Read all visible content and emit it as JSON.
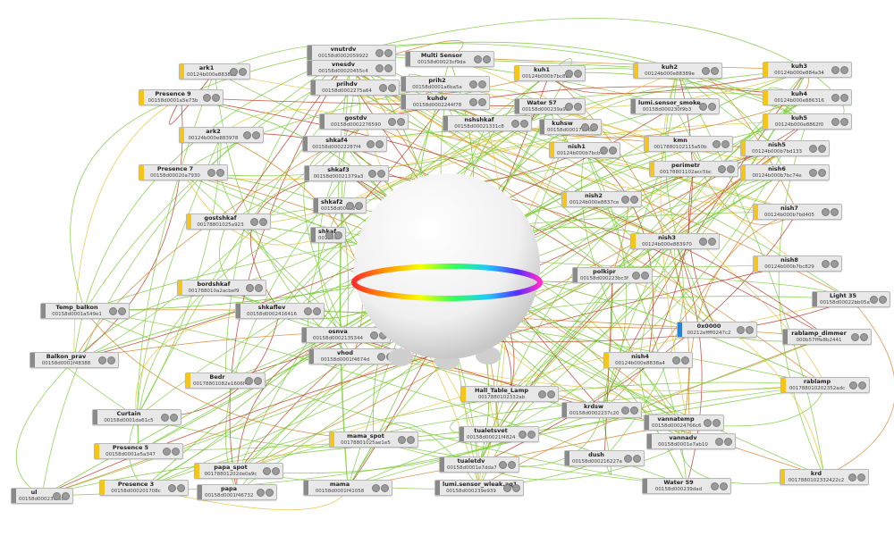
{
  "colors": {
    "edge_green": "#7ccc3c",
    "edge_yellow": "#e8c23a",
    "edge_orange": "#d9822b",
    "edge_red": "#c0392b",
    "bar_yellow": "#f5c518",
    "bar_gray": "#8a8a8a",
    "bar_blue": "#2f7fd8"
  },
  "coordinator": {
    "icon": "zigbee-coordinator-sphere"
  },
  "nodes": [
    {
      "name": "vnutrdv",
      "addr": "00158d0002059922",
      "bar": "gray"
    },
    {
      "name": "vnesdv",
      "addr": "00158d00020455c4",
      "bar": "gray"
    },
    {
      "name": "Multi Sensor",
      "addr": "00158d00023cf9da",
      "bar": "gray"
    },
    {
      "name": "prihdv",
      "addr": "00158d0002275a64",
      "bar": "gray"
    },
    {
      "name": "prih2",
      "addr": "00158d0001a6ba5a",
      "bar": "gray"
    },
    {
      "name": "kuhdv",
      "addr": "00158d0002244f78",
      "bar": "gray"
    },
    {
      "name": "kuh1",
      "addr": "00124b000b7bc8b6",
      "bar": "yellow"
    },
    {
      "name": "kuh2",
      "addr": "00124b000e88389e",
      "bar": "yellow"
    },
    {
      "name": "kuh3",
      "addr": "00124b000e884a34",
      "bar": "yellow"
    },
    {
      "name": "kuh4",
      "addr": "00124b000e886316",
      "bar": "yellow"
    },
    {
      "name": "kuh5",
      "addr": "00124b000e8862f0",
      "bar": "yellow"
    },
    {
      "name": "ark1",
      "addr": "00124b000e8838b1",
      "bar": "yellow"
    },
    {
      "name": "Presence 9",
      "addr": "00158d0001a5e73b",
      "bar": "yellow"
    },
    {
      "name": "ark2",
      "addr": "00124b000e883978",
      "bar": "yellow"
    },
    {
      "name": "Presence 7",
      "addr": "00158d00020a7930",
      "bar": "yellow"
    },
    {
      "name": "gostdv",
      "addr": "00158d0002276590",
      "bar": "gray"
    },
    {
      "name": "shkaf4",
      "addr": "00158d00022287f4",
      "bar": "gray"
    },
    {
      "name": "shkaf3",
      "addr": "00158d00021379a3",
      "bar": "gray"
    },
    {
      "name": "shkaf2",
      "addr": "00158d000024",
      "bar": "gray"
    },
    {
      "name": "shkaf",
      "addr": "00158d0",
      "bar": "gray"
    },
    {
      "name": "gostshkaf",
      "addr": "00178801025a923",
      "bar": "yellow"
    },
    {
      "name": "nshshkaf",
      "addr": "00158d00021331c8",
      "bar": "gray"
    },
    {
      "name": "Water 57",
      "addr": "00158d000239a93",
      "bar": "gray"
    },
    {
      "name": "lumi.sensor_smoke",
      "addr": "00158d000230f9b3",
      "bar": "gray"
    },
    {
      "name": "kuhsw",
      "addr": "00158d00017346b",
      "bar": "gray"
    },
    {
      "name": "nish1",
      "addr": "00124b000b7bcb4f",
      "bar": "yellow"
    },
    {
      "name": "kmn",
      "addr": "0017880102115a50b",
      "bar": "yellow"
    },
    {
      "name": "nish5",
      "addr": "00124b000b7bd133",
      "bar": "yellow"
    },
    {
      "name": "perimetr",
      "addr": "00178801102acc5bc",
      "bar": "yellow"
    },
    {
      "name": "nish6",
      "addr": "00124b000b7bc74e",
      "bar": "yellow"
    },
    {
      "name": "nish2",
      "addr": "00124b000e8837ce",
      "bar": "yellow"
    },
    {
      "name": "nish7",
      "addr": "00124b000b7bd405",
      "bar": "yellow"
    },
    {
      "name": "nish3",
      "addr": "00124b000e883970",
      "bar": "yellow"
    },
    {
      "name": "nish8",
      "addr": "00124b000b7bc829",
      "bar": "yellow"
    },
    {
      "name": "polkipr",
      "addr": "00158d000223bc3f",
      "bar": "gray"
    },
    {
      "name": "Light 35",
      "addr": "00158d00022bb05a",
      "bar": "gray"
    },
    {
      "name": "Temp_balkon",
      "addr": "00158d0001a549e1",
      "bar": "gray"
    },
    {
      "name": "bordshkaf",
      "addr": "001788010a2acbef9",
      "bar": "yellow"
    },
    {
      "name": "shkaflev",
      "addr": "00158d0002416416",
      "bar": "gray"
    },
    {
      "name": "0x0000",
      "addr": "00212effff0247c2",
      "bar": "blue"
    },
    {
      "name": "osnva",
      "addr": "00158d0002135344",
      "bar": "gray"
    },
    {
      "name": "rablamp_dimmer",
      "addr": "000b57fffe8b2441",
      "bar": "gray"
    },
    {
      "name": "Balkon_prav",
      "addr": "00158d0001f48388",
      "bar": "gray"
    },
    {
      "name": "vhod",
      "addr": "00158d0001f4674d",
      "bar": "gray"
    },
    {
      "name": "nish4",
      "addr": "00124b000e8838a4",
      "bar": "yellow"
    },
    {
      "name": "Bedr",
      "addr": "00178801082e1606f4",
      "bar": "yellow"
    },
    {
      "name": "rablamp",
      "addr": "001788010202352adc",
      "bar": "yellow"
    },
    {
      "name": "Hall_Table_Lamp",
      "addr": "0017880102332ab",
      "bar": "yellow"
    },
    {
      "name": "krdsw",
      "addr": "00158d0002237c20",
      "bar": "gray"
    },
    {
      "name": "Curtain",
      "addr": "00158d0001da61c5",
      "bar": "gray"
    },
    {
      "name": "vannatemp",
      "addr": "00158d00024766c6",
      "bar": "gray"
    },
    {
      "name": "tualetsvet",
      "addr": "00158d00021f4824",
      "bar": "gray"
    },
    {
      "name": "mama_spot",
      "addr": "00178801025ae1e5",
      "bar": "yellow"
    },
    {
      "name": "vannadv",
      "addr": "00158d0001e7ab10",
      "bar": "gray"
    },
    {
      "name": "Presence 5",
      "addr": "00158d0001e5a347",
      "bar": "yellow"
    },
    {
      "name": "dush",
      "addr": "00158d000216227a",
      "bar": "gray"
    },
    {
      "name": "tualetdv",
      "addr": "00158d0001e7dda7",
      "bar": "gray"
    },
    {
      "name": "papa_spot",
      "addr": "00178801202de0a9c",
      "bar": "yellow"
    },
    {
      "name": "Water 59",
      "addr": "00158d000239dad",
      "bar": "gray"
    },
    {
      "name": "krd",
      "addr": "0017880102332422c2",
      "bar": "yellow"
    },
    {
      "name": "Presence 3",
      "addr": "00158d000201708c",
      "bar": "yellow"
    },
    {
      "name": "lumi.sensor_wleak.aq1",
      "addr": "00158d000239e939",
      "bar": "gray"
    },
    {
      "name": "mama",
      "addr": "00158d0001f41058",
      "bar": "gray"
    },
    {
      "name": "papa",
      "addr": "00158d0001f46732",
      "bar": "gray"
    },
    {
      "name": "ul",
      "addr": "00158d00023f3687",
      "bar": "gray"
    }
  ]
}
